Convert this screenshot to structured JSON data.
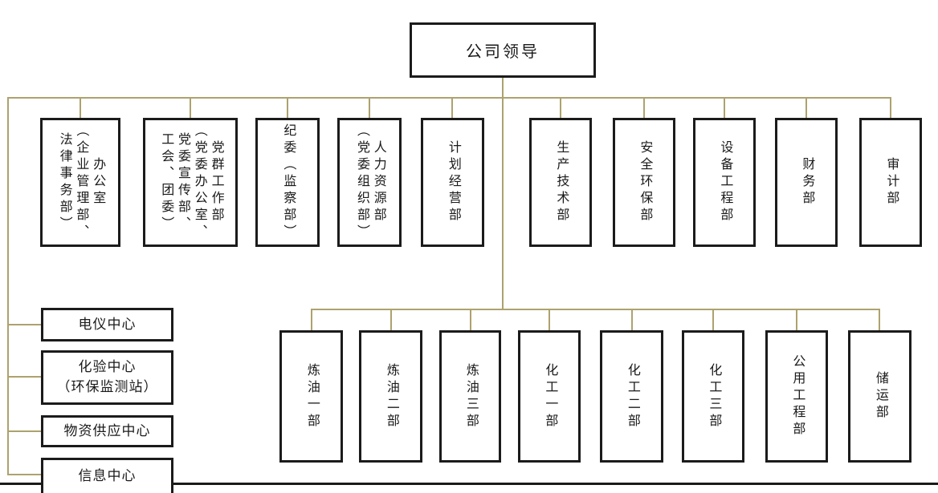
{
  "chart": {
    "title": "公司领导",
    "colors": {
      "connector": "#ada26e",
      "box_border": "#1b1b1b",
      "background": "#ffffff",
      "bottom_rule": "#1a1a1a"
    },
    "top_departments": [
      {
        "id": "general-office",
        "label": "办公室\n（企业管理部、\n法律事务部）"
      },
      {
        "id": "party-masses-work-dept",
        "label": "党群工作部\n（党委办公室、\n党委宣传部、\n工会、团委）"
      },
      {
        "id": "discipline-committee",
        "label": "纪委（监察部）"
      },
      {
        "id": "human-resources-dept",
        "label": "人力资源部\n（党委组织部）"
      },
      {
        "id": "planning-operations-dept",
        "label": "计划经营部"
      },
      {
        "id": "production-technology-dept",
        "label": "生产技术部"
      },
      {
        "id": "safety-environment-dept",
        "label": "安全环保部"
      },
      {
        "id": "equipment-engineering-dept",
        "label": "设备工程部"
      },
      {
        "id": "finance-dept",
        "label": "财务部"
      },
      {
        "id": "audit-dept",
        "label": "审计部"
      }
    ],
    "left_centers": [
      {
        "id": "electrical-instrument-center",
        "label": "电仪中心"
      },
      {
        "id": "laboratory-center",
        "label": "化验中心\n（环保监测站）"
      },
      {
        "id": "material-supply-center",
        "label": "物资供应中心"
      },
      {
        "id": "information-center",
        "label": "信息中心"
      }
    ],
    "bottom_units": [
      {
        "id": "refining-unit-1",
        "label": "炼油一部"
      },
      {
        "id": "refining-unit-2",
        "label": "炼油二部"
      },
      {
        "id": "refining-unit-3",
        "label": "炼油三部"
      },
      {
        "id": "chemical-unit-1",
        "label": "化工一部"
      },
      {
        "id": "chemical-unit-2",
        "label": "化工二部"
      },
      {
        "id": "chemical-unit-3",
        "label": "化工三部"
      },
      {
        "id": "utilities-engineering-dept",
        "label": "公用工程部"
      },
      {
        "id": "storage-transport-dept",
        "label": "储运部"
      }
    ]
  }
}
